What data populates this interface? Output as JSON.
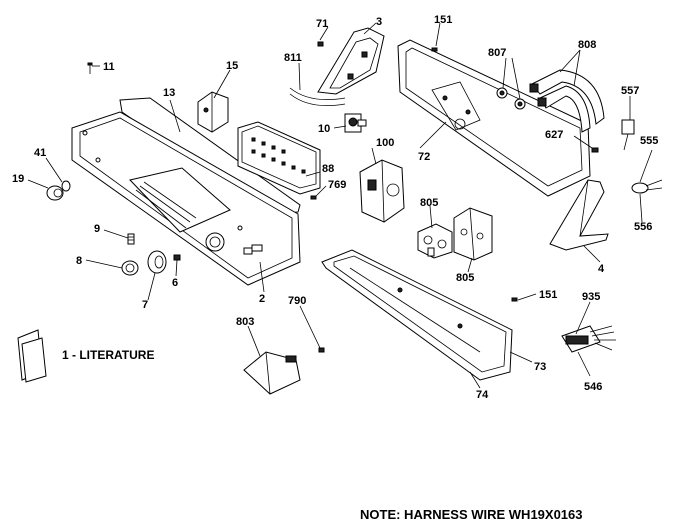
{
  "callouts": {
    "p71": "71",
    "p3": "3",
    "p151_top": "151",
    "p807": "807",
    "p808": "808",
    "p11": "11",
    "p811": "811",
    "p15": "15",
    "p13": "13",
    "p557": "557",
    "p10": "10",
    "p627": "627",
    "p555": "555",
    "p41": "41",
    "p100": "100",
    "p72": "72",
    "p88": "88",
    "p19": "19",
    "p769": "769",
    "p556": "556",
    "p805_a": "805",
    "p805_b": "805",
    "p9": "9",
    "p4": "4",
    "p8": "8",
    "p6": "6",
    "p7": "7",
    "p2": "2",
    "p151_bot": "151",
    "p790": "790",
    "p935": "935",
    "p803": "803",
    "p73": "73",
    "p546": "546",
    "p74": "74"
  },
  "literature_label": "1 - LITERATURE",
  "note": "NOTE: HARNESS WIRE WH19X0163"
}
